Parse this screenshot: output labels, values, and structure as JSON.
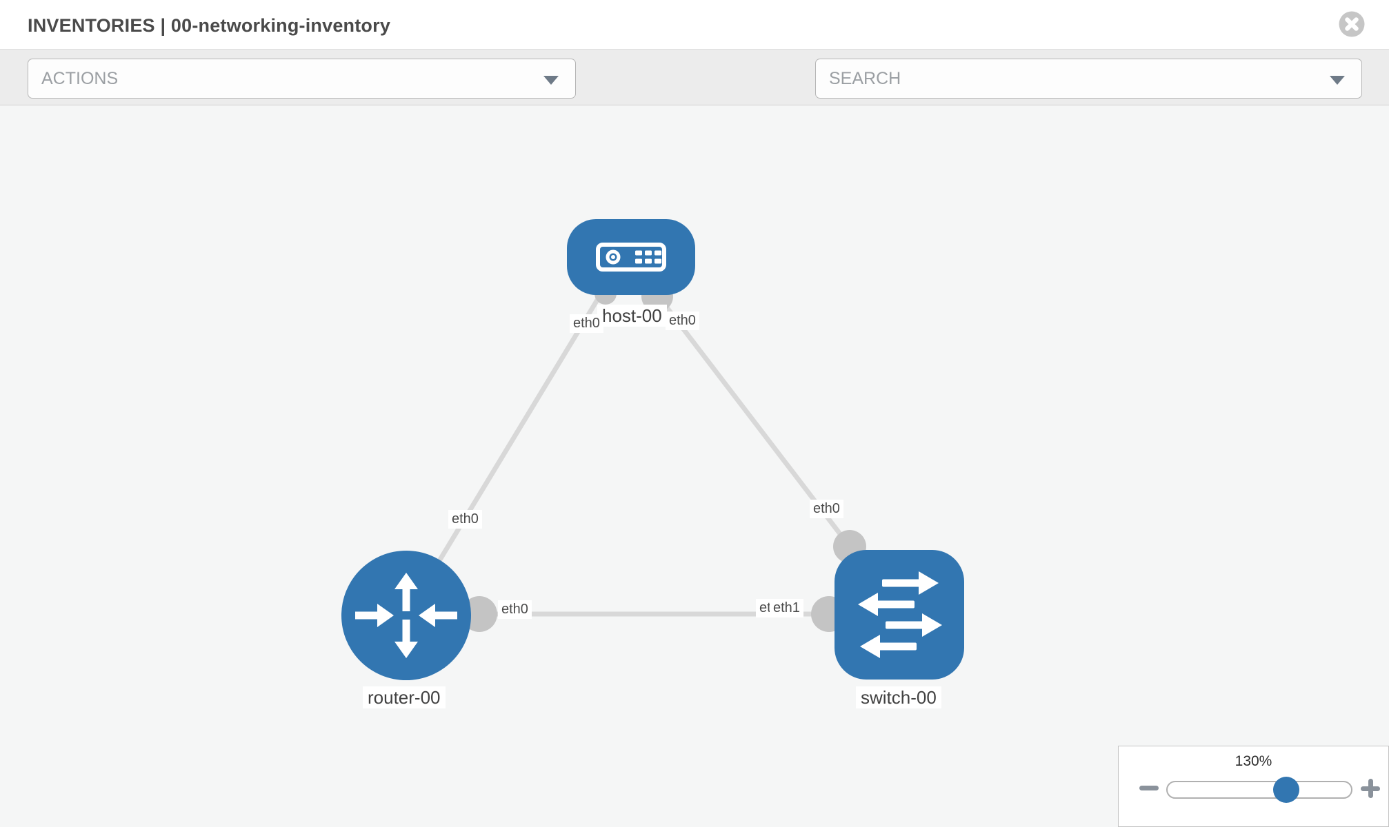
{
  "header": {
    "title": "INVENTORIES | 00-networking-inventory"
  },
  "toolbar": {
    "actions_label": "ACTIONS",
    "search_placeholder": "SEARCH"
  },
  "icons": {
    "close": "circle-x",
    "dropdown_caret": "chevron-down",
    "tools": [
      "wrench",
      "key"
    ],
    "zoom": [
      "minus",
      "plus"
    ]
  },
  "topology": {
    "nodes": [
      {
        "label": "host-00",
        "type": "host"
      },
      {
        "label": "router-00",
        "type": "router"
      },
      {
        "label": "switch-00",
        "type": "switch"
      }
    ],
    "links": [
      {
        "from": "host-00",
        "to": "router-00"
      },
      {
        "from": "host-00",
        "to": "switch-00"
      },
      {
        "from": "router-00",
        "to": "switch-00"
      }
    ],
    "interfaces": {
      "host_router_host_end": "eth0",
      "host_router_router_end": "eth0",
      "host_switch_host_end": "eth0",
      "host_switch_switch_end": "eth0",
      "router_switch_router_end": "eth0",
      "router_switch_switch_end_a": "eth0",
      "router_switch_switch_end_b": "eth1"
    }
  },
  "zoom_control": {
    "value": "130%"
  },
  "colors": {
    "node_blue": "#3276b1",
    "port_gray": "#c4c4c4",
    "link_gray": "#d8d8d8",
    "canvas_bg": "#f5f6f6",
    "toolbar_bg": "#ececec"
  }
}
